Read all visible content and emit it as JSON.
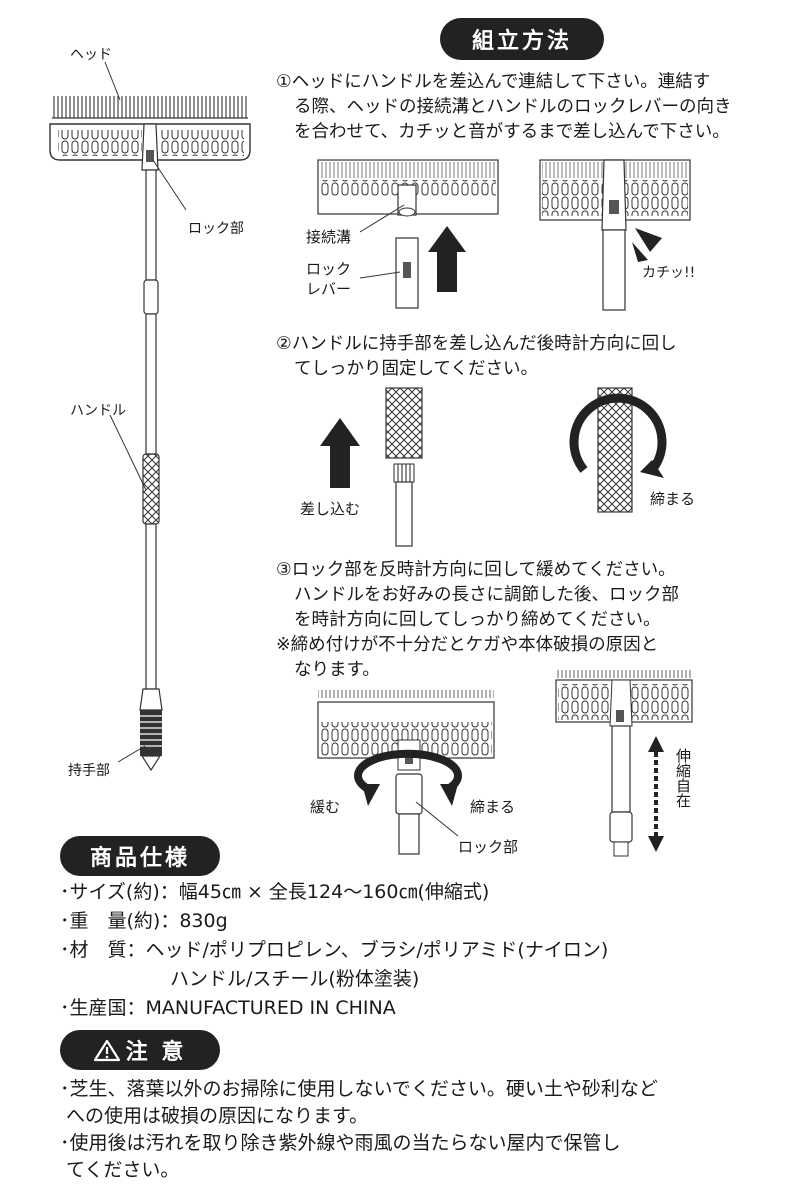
{
  "assembly": {
    "heading": "組立方法",
    "step1": {
      "line1": "①ヘッドにハンドルを差込んで連結して下さい。連結す",
      "line2": "る際、ヘッドの接続溝とハンドルのロックレバーの向き",
      "line3": "を合わせて、カチッと音がするまで差し込んで下さい。"
    },
    "step1_labels": {
      "groove": "接続溝",
      "lever1": "ロック",
      "lever2": "レバー",
      "click": "カチッ!!"
    },
    "step2": {
      "line1": "②ハンドルに持手部を差し込んだ後時計方向に回し",
      "line2": "てしっかり固定してください。"
    },
    "step2_labels": {
      "insert": "差し込む",
      "tighten": "締まる"
    },
    "step3": {
      "line1": "③ロック部を反時計方向に回して緩めてください。",
      "line2": "ハンドルをお好みの長さに調節した後、ロック部",
      "line3": "を時計方向に回してしっかり締めてください。",
      "note1": "※締め付けが不十分だとケガや本体破損の原因と",
      "note2": "なります。"
    },
    "step3_labels": {
      "loosen": "緩む",
      "tighten": "締まる",
      "lock": "ロック部",
      "extend": "伸縮自在"
    }
  },
  "parts": {
    "head": "ヘッド",
    "lock": "ロック部",
    "handle": "ハンドル",
    "grip": "持手部"
  },
  "specs": {
    "heading": "商品仕様",
    "size": "･サイズ(約)：幅45㎝ × 全長124〜160㎝(伸縮式)",
    "weight": "･重　量(約)：830g",
    "material1": "･材　質：ヘッド/ポリプロピレン、ブラシ/ポリアミド(ナイロン)",
    "material2": "ハンドル/スチール(粉体塗装)",
    "origin": "･生産国：MANUFACTURED IN CHINA"
  },
  "caution": {
    "heading": "注 意",
    "line1": "･芝生、落葉以外のお掃除に使用しないでください。硬い土や砂利など",
    "line2": "への使用は破損の原因になります。",
    "line3": "･使用後は汚れを取り除き紫外線や雨風の当たらない屋内で保管し",
    "line4": "てください。"
  }
}
